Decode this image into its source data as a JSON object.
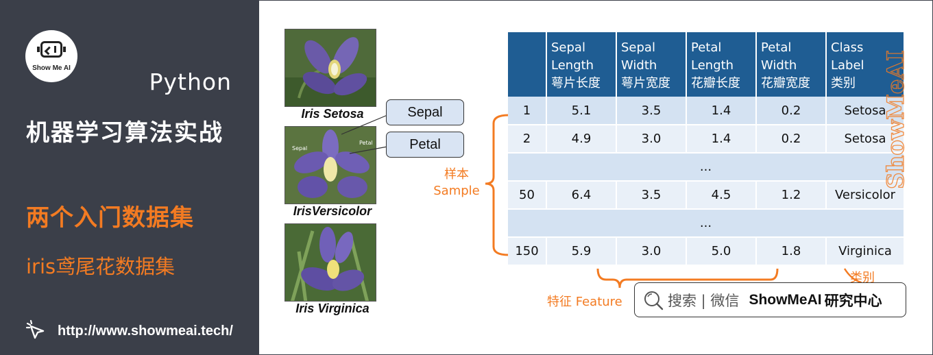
{
  "left": {
    "logo_text": "Show Me AI",
    "python_label": "Python",
    "course_title": "机器学习算法实战",
    "section_title": "两个入门数据集",
    "section_subtitle": "iris鸢尾花数据集",
    "url": "http://www.showmeai.tech/"
  },
  "flowers": [
    {
      "caption": "Iris Setosa"
    },
    {
      "caption": "IrisVersicolor",
      "inner_labels": [
        "Sepal",
        "Petal"
      ]
    },
    {
      "caption": "Iris Virginica"
    }
  ],
  "callouts": {
    "sepal": "Sepal",
    "petal": "Petal"
  },
  "sample_label": {
    "line1": "样本",
    "line2": "Sample"
  },
  "feature_label": "特征 Feature",
  "class_label": "类别",
  "table": {
    "headers": [
      {
        "l1": "",
        "l2": "",
        "l3": ""
      },
      {
        "l1": "Sepal",
        "l2": "Length",
        "l3": "萼片长度"
      },
      {
        "l1": "Sepal",
        "l2": "Width",
        "l3": "萼片宽度"
      },
      {
        "l1": "Petal",
        "l2": "Length",
        "l3": "花瓣长度"
      },
      {
        "l1": "Petal",
        "l2": "Width",
        "l3": "花瓣宽度"
      },
      {
        "l1": "Class",
        "l2": "Label",
        "l3": "类别"
      }
    ],
    "rows": [
      {
        "id": "1",
        "sl": "5.1",
        "sw": "3.5",
        "pl": "1.4",
        "pw": "0.2",
        "cls": "Setosa"
      },
      {
        "id": "2",
        "sl": "4.9",
        "sw": "3.0",
        "pl": "1.4",
        "pw": "0.2",
        "cls": "Setosa"
      },
      {
        "ellipsis": "..."
      },
      {
        "id": "50",
        "sl": "6.4",
        "sw": "3.5",
        "pl": "4.5",
        "pw": "1.2",
        "cls": "Versicolor"
      },
      {
        "ellipsis": "..."
      },
      {
        "id": "150",
        "sl": "5.9",
        "sw": "3.0",
        "pl": "5.0",
        "pw": "1.8",
        "cls": "Virginica"
      }
    ]
  },
  "watermark": "ShowMeAI",
  "search": {
    "hint": "搜索 | 微信",
    "brand": "ShowMeAI",
    "brand_suffix": "研究中心"
  },
  "colors": {
    "panel": "#3b3f49",
    "accent": "#f37b22",
    "header": "#1f5d93",
    "row_a": "#d4e2f2",
    "row_b": "#e9f0f8",
    "callout": "#d9e4f3"
  }
}
